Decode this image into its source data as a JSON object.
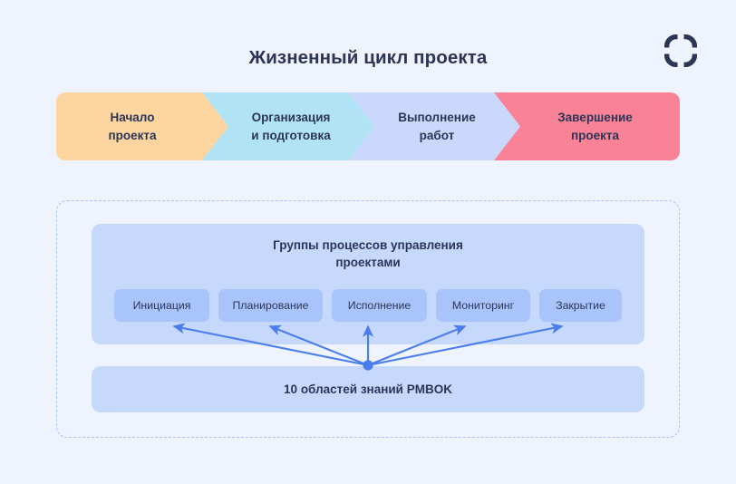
{
  "page": {
    "title": "Жизненный цикл проекта",
    "background_color": "#eef3fd",
    "text_color": "#2c3556"
  },
  "logo": {
    "name": "rounded-square-ring-logo",
    "color": "#2c3556"
  },
  "phase_bar": {
    "phases": [
      {
        "label": "Начало\nпроекта",
        "color": "#fcd5a0",
        "text_color": "#2c3556"
      },
      {
        "label": "Организация\nи подготовка",
        "color": "#b0e4f5",
        "text_color": "#2c3556"
      },
      {
        "label": "Выполнение\nработ",
        "color": "#c9d8fb",
        "text_color": "#2c3556"
      },
      {
        "label": "Завершение\nпроекта",
        "color": "#f98296",
        "text_color": "#2c3556"
      }
    ]
  },
  "process_panel": {
    "title": "Группы процессов управления\nпроектами",
    "panel_color": "#c6d8fb",
    "pill_color": "#a8c4fa",
    "pills": [
      {
        "label": "Инициация"
      },
      {
        "label": "Планирование"
      },
      {
        "label": "Исполнение"
      },
      {
        "label": "Мониторинг"
      },
      {
        "label": "Закрытие"
      }
    ]
  },
  "pmbok_panel": {
    "label": "10 областей знаний PMBOK",
    "panel_color": "#c6d8fb"
  },
  "arrows": {
    "color": "#4a7ded",
    "origin_label": "hub-dot",
    "count": 5
  },
  "dashed_area": {
    "border_color": "#a9c4f7"
  }
}
